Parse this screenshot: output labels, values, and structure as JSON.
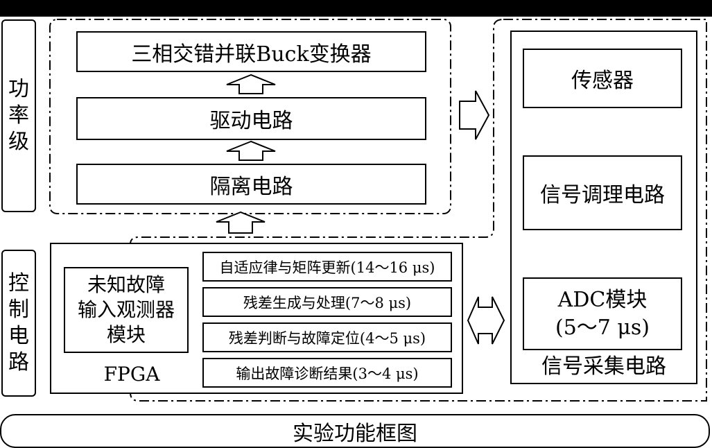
{
  "diagram": {
    "power_stage": {
      "side_label": [
        "功",
        "率",
        "级"
      ],
      "blocks": {
        "converter": "三相交错并联Buck变换器",
        "driver": "驱动电路",
        "isolation": "隔离电路"
      }
    },
    "control_circuit": {
      "side_label": [
        "控",
        "制",
        "电",
        "路"
      ],
      "observer_module": [
        "未知故障",
        "输入观测器",
        "模块"
      ],
      "fpga_label": "FPGA",
      "steps": [
        "自适应律与矩阵更新(14～16 μs)",
        "残差生成与处理(7～8 μs)",
        "残差判断与故障定位(4～5 μs)",
        "输出故障诊断结果(3～4 μs)"
      ]
    },
    "signal_acquisition": {
      "blocks": {
        "sensor": "传感器",
        "conditioning": "信号调理电路",
        "adc_line1": "ADC模块",
        "adc_line2": "(5～7 μs)"
      },
      "label": "信号采集电路"
    },
    "caption": "实验功能框图"
  }
}
